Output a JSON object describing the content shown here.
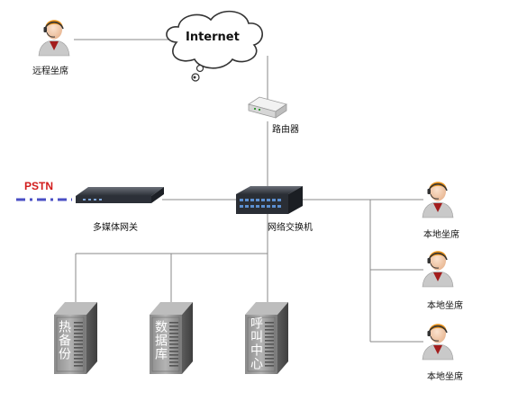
{
  "internet": {
    "label": "Internet"
  },
  "router": {
    "label": "路由器",
    "icon": "router-icon"
  },
  "remote_agent": {
    "label": "远程坐席",
    "icon": "agent-headset-icon"
  },
  "pstn": {
    "label": "PSTN",
    "color": "#d21b1b",
    "line_color": "#4a4fc4"
  },
  "gateway": {
    "label": "多媒体网关",
    "icon": "gateway-icon"
  },
  "switch": {
    "label": "网络交换机",
    "icon": "switch-icon"
  },
  "local_agents": [
    {
      "label": "本地坐席"
    },
    {
      "label": "本地坐席"
    },
    {
      "label": "本地坐席"
    }
  ],
  "servers": [
    {
      "label": "热备份"
    },
    {
      "label": "数据库"
    },
    {
      "label": "呼叫中心"
    }
  ]
}
